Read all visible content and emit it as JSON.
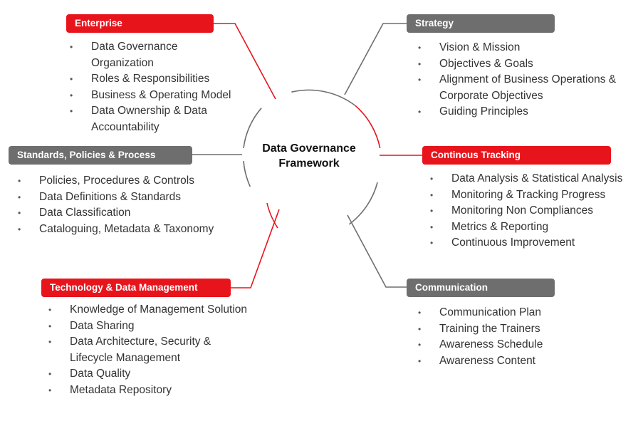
{
  "center": {
    "line1": "Data Governance",
    "line2": "Framework"
  },
  "colors": {
    "red": "#e8141c",
    "gray": "#6e6e6e"
  },
  "branches": {
    "enterprise": {
      "title": "Enterprise",
      "items": [
        "Data Governance Organization",
        "Roles & Responsibilities",
        "Business & Operating Model",
        "Data Ownership & Data Accountability"
      ]
    },
    "strategy": {
      "title": "Strategy",
      "items": [
        "Vision & Mission",
        "Objectives & Goals",
        "Alignment of Business Operations & Corporate Objectives",
        "Guiding Principles"
      ]
    },
    "standards": {
      "title": "Standards, Policies & Process",
      "items": [
        "Policies, Procedures & Controls",
        "Data Definitions & Standards",
        "Data Classification",
        "Cataloguing, Metadata & Taxonomy"
      ]
    },
    "tracking": {
      "title": "Continous Tracking",
      "items": [
        "Data Analysis & Statistical Analysis",
        "Monitoring & Tracking Progress",
        "Monitoring Non Compliances",
        "Metrics & Reporting",
        "Continuous Improvement"
      ]
    },
    "technology": {
      "title": "Technology & Data Management",
      "items": [
        "Knowledge of Management Solution",
        "Data Sharing",
        "Data Architecture, Security & Lifecycle Management",
        "Data Quality",
        "Metadata Repository"
      ]
    },
    "communication": {
      "title": "Communication",
      "items": [
        "Communication Plan",
        "Training the Trainers",
        "Awareness Schedule",
        "Awareness Content"
      ]
    }
  }
}
